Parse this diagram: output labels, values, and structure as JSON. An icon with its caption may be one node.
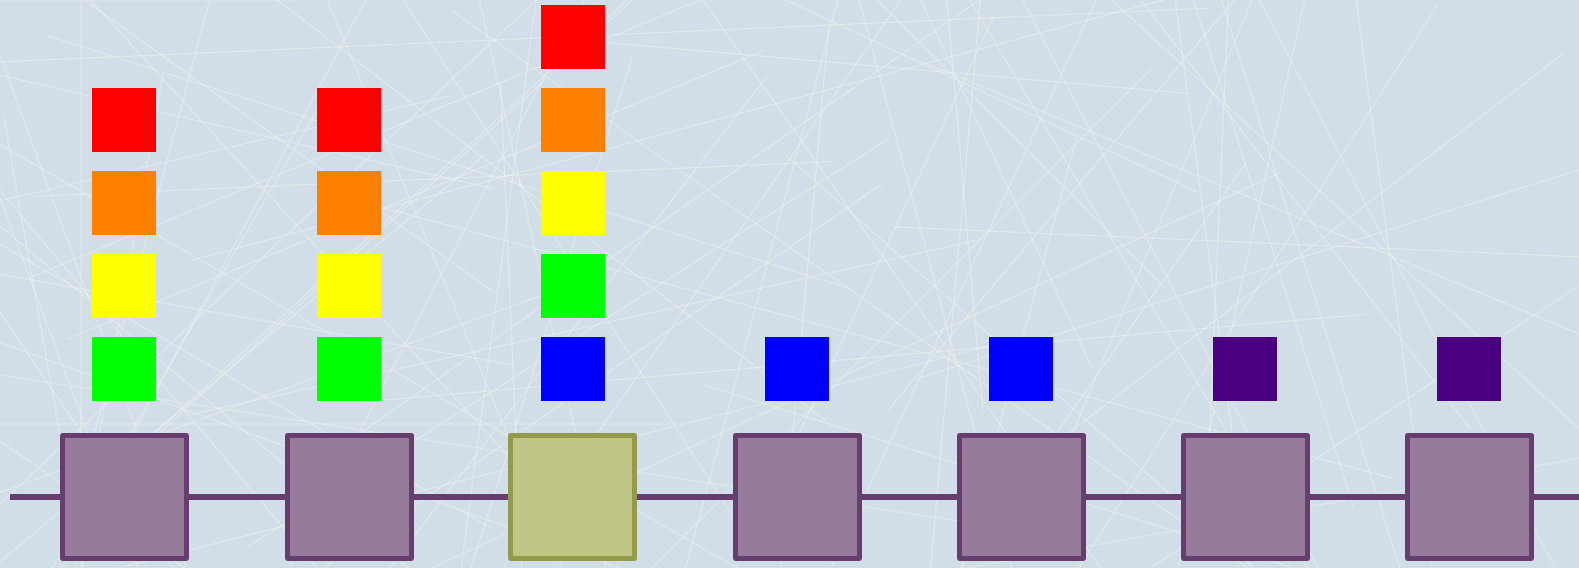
{
  "diagram": {
    "nodes": [
      {
        "text": [],
        "shape": "box"
      },
      {
        "text": [],
        "shape": "box"
      },
      {
        "text": [],
        "shape": "box"
      },
      {
        "text": [],
        "shape": "box"
      },
      {
        "text": [],
        "shape": "box"
      },
      {
        "text": [],
        "shape": "box"
      },
      {
        "text": [],
        "shape": "box"
      }
    ],
    "edges": [
      {
        "from": null,
        "to": 0,
        "arrow": "none"
      },
      {
        "from": 0,
        "to": 1,
        "arrow": "none"
      },
      {
        "from": 1,
        "to": 2,
        "arrow": "none"
      },
      {
        "from": 2,
        "to": 3,
        "arrow": "none"
      },
      {
        "from": 3,
        "to": 4,
        "arrow": "none"
      },
      {
        "from": 4,
        "to": 5,
        "arrow": "none"
      },
      {
        "from": 5,
        "to": 6,
        "arrow": "none"
      },
      {
        "from": 6,
        "to": null,
        "arrow": "none"
      }
    ]
  }
}
